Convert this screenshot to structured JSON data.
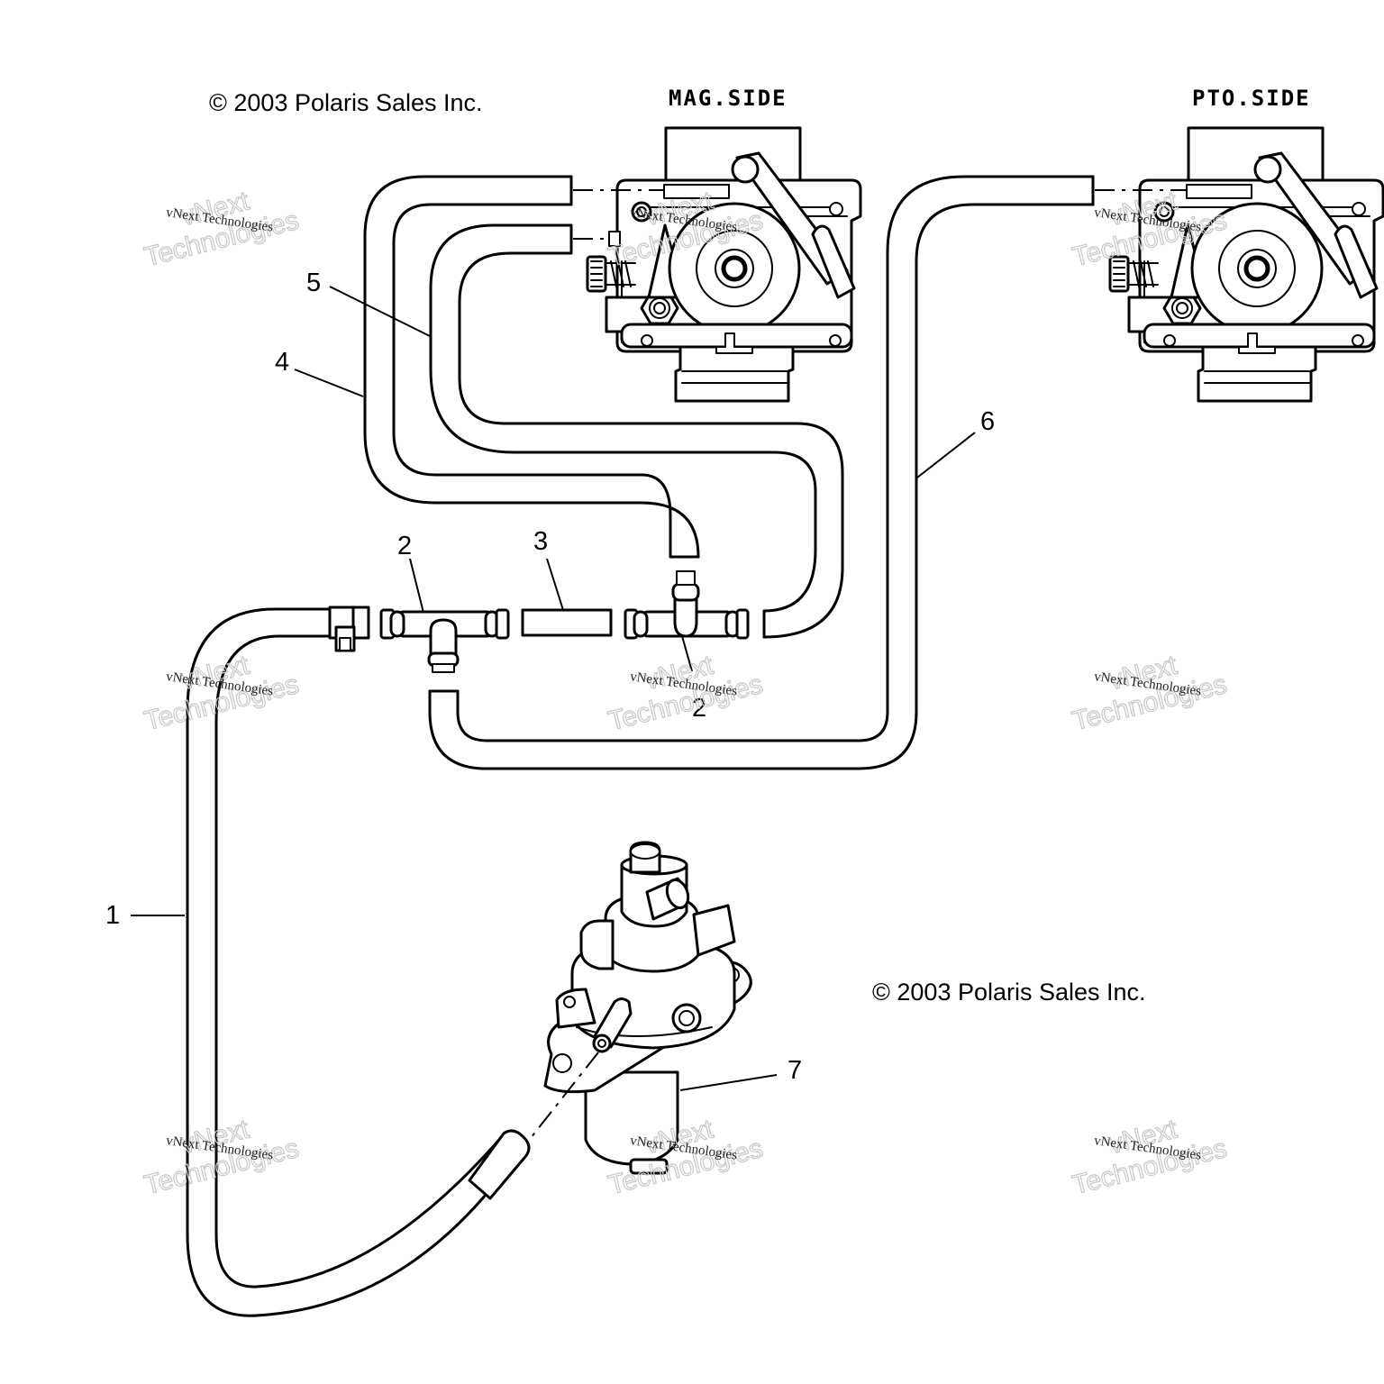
{
  "diagram": {
    "title": "Fuel System - Carburetor Fuel Lines and Fuel Pump",
    "copyright_top": "© 2003 Polaris Sales Inc.",
    "copyright_bottom": "© 2003 Polaris Sales Inc.",
    "side_labels": {
      "mag": "MAG.SIDE",
      "pto": "PTO.SIDE"
    },
    "callouts": [
      {
        "id": "1",
        "label": "1",
        "part": "fuel-hose-main"
      },
      {
        "id": "2a",
        "label": "2",
        "part": "tee-fitting-left"
      },
      {
        "id": "2b",
        "label": "2",
        "part": "tee-fitting-right"
      },
      {
        "id": "3",
        "label": "3",
        "part": "hose-connector"
      },
      {
        "id": "4",
        "label": "4",
        "part": "fuel-hose-mag-upper"
      },
      {
        "id": "5",
        "label": "5",
        "part": "fuel-hose-mag-lower"
      },
      {
        "id": "6",
        "label": "6",
        "part": "fuel-hose-pto"
      },
      {
        "id": "7",
        "label": "7",
        "part": "fuel-pump"
      }
    ],
    "watermark": {
      "line_small": "vNext Technologies",
      "line_big_1": "vNext",
      "line_big_2": "Technologies"
    }
  }
}
